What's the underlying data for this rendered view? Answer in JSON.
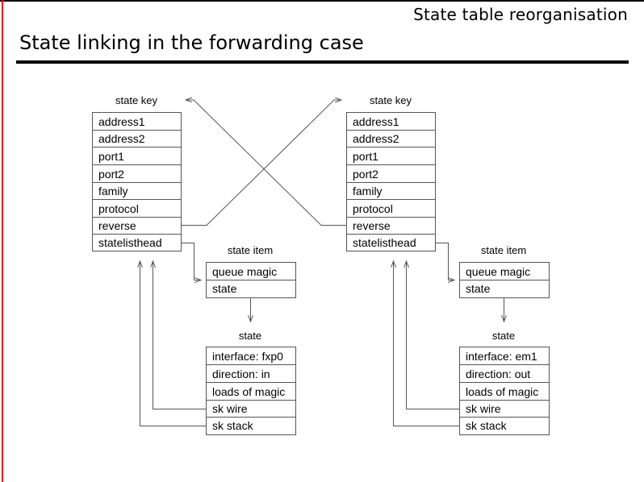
{
  "slide": {
    "subtitle": "State table reorganisation",
    "title": "State linking in the forwarding case",
    "accent_color": "#ff0000",
    "rule_color": "#000000",
    "line_color": "#555555",
    "text_color": "#000000",
    "background": "#ffffff"
  },
  "diagram": {
    "type": "structure-linking-diagram",
    "left": {
      "state_key": {
        "caption": "state key",
        "rows": [
          "address1",
          "address2",
          "port1",
          "port2",
          "family",
          "protocol",
          "reverse",
          "statelisthead"
        ]
      },
      "state_item": {
        "caption": "state item",
        "rows": [
          "queue magic",
          "state"
        ]
      },
      "state": {
        "caption": "state",
        "rows": [
          "interface: fxp0",
          "direction: in",
          "loads of magic",
          "sk wire",
          "sk stack"
        ]
      }
    },
    "right": {
      "state_key": {
        "caption": "state key",
        "rows": [
          "address1",
          "address2",
          "port1",
          "port2",
          "family",
          "protocol",
          "reverse",
          "statelisthead"
        ]
      },
      "state_item": {
        "caption": "state item",
        "rows": [
          "queue magic",
          "state"
        ]
      },
      "state": {
        "caption": "state",
        "rows": [
          "interface: em1",
          "direction: out",
          "loads of magic",
          "sk wire",
          "sk stack"
        ]
      }
    },
    "connections": [
      "left state key reverse -> right state key (crossing)",
      "right state key reverse -> left state key (crossing)",
      "left statelisthead -> left state item queue magic",
      "right statelisthead -> right state item queue magic",
      "left state item state -> left state",
      "right state item state -> right state",
      "left state sk wire -> left statelisthead",
      "left state sk stack -> left statelisthead",
      "right state sk wire -> right statelisthead",
      "right state sk stack -> right statelisthead"
    ]
  }
}
